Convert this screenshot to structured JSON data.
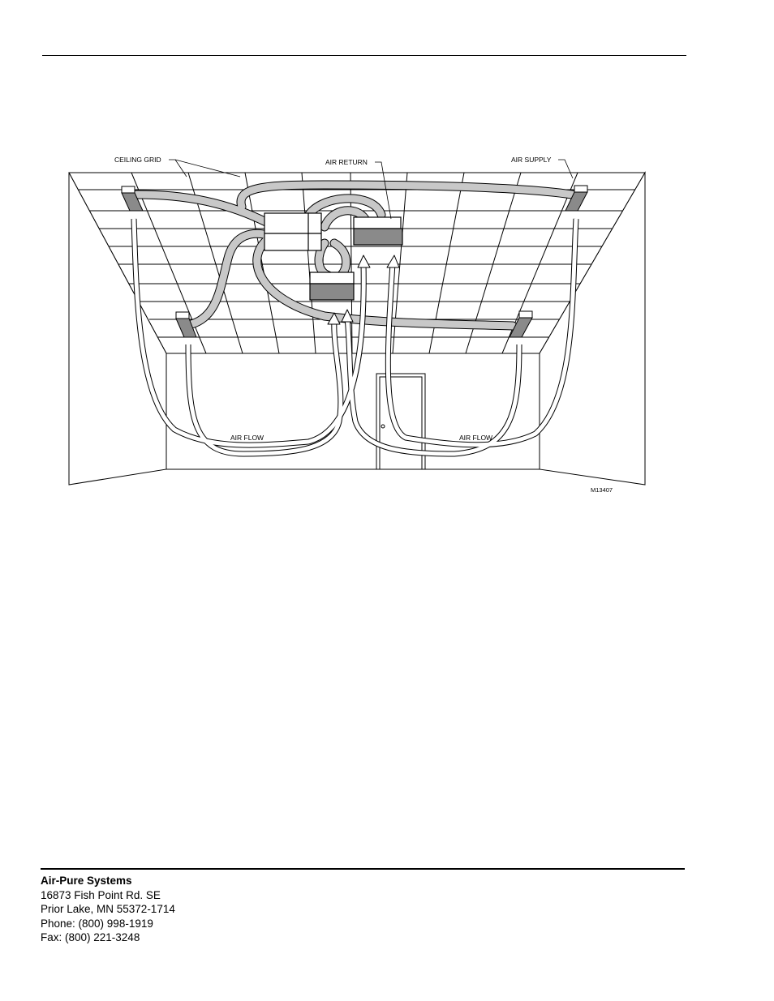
{
  "figure": {
    "labels": {
      "ceiling_grid": "CEILING GRID",
      "air_return": "AIR RETURN",
      "air_supply": "AIR SUPPLY",
      "air_flow_left": "AIR FLOW",
      "air_flow_right": "AIR FLOW",
      "figure_id": "M13407"
    }
  },
  "footer": {
    "company": "Air-Pure Systems",
    "street": "16873 Fish Point Rd. SE",
    "city": "Prior Lake, MN  55372-1714",
    "phone": "Phone: (800) 998-1919",
    "fax": "Fax: (800) 221-3248"
  }
}
